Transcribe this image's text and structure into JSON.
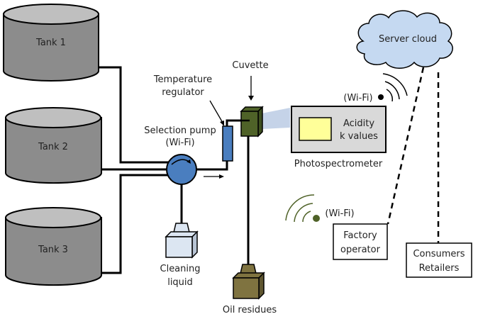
{
  "tanks": [
    {
      "label": "Tank 1"
    },
    {
      "label": "Tank 2"
    },
    {
      "label": "Tank 3"
    }
  ],
  "pump": {
    "label_line1": "Selection pump",
    "label_line2": "(Wi-Fi)"
  },
  "temperature_regulator": {
    "label_line1": "Temperature",
    "label_line2": "regulator"
  },
  "cuvette": {
    "label": "Cuvette"
  },
  "photospectrometer": {
    "label": "Photospectrometer",
    "display_line1": "Acidity",
    "display_line2": "k values",
    "wifi_label": "(Wi-Fi)"
  },
  "server_cloud": {
    "label": "Server cloud"
  },
  "factory_operator": {
    "label_line1": "Factory",
    "label_line2": "operator",
    "wifi_label": "(Wi-Fi)"
  },
  "consumers": {
    "label_line1": "Consumers",
    "label_line2": "Retailers"
  },
  "cleaning_liquid": {
    "label_line1": "Cleaning",
    "label_line2": "liquid"
  },
  "oil_residues": {
    "label": "Oil residues"
  },
  "colors": {
    "tank_body": "#8c8c8c",
    "tank_top": "#bfbfbf",
    "pump": "#4a7ebf",
    "regulator": "#4a7ebf",
    "cuvette": "#4f6228",
    "cloud": "#c5d9f1",
    "spectrometer": "#d9d9d9",
    "display": "#ffff99",
    "cleaning_box": "#dce6f2",
    "oil_box": "#7f7340",
    "operator_wifi": "#4f6228"
  }
}
